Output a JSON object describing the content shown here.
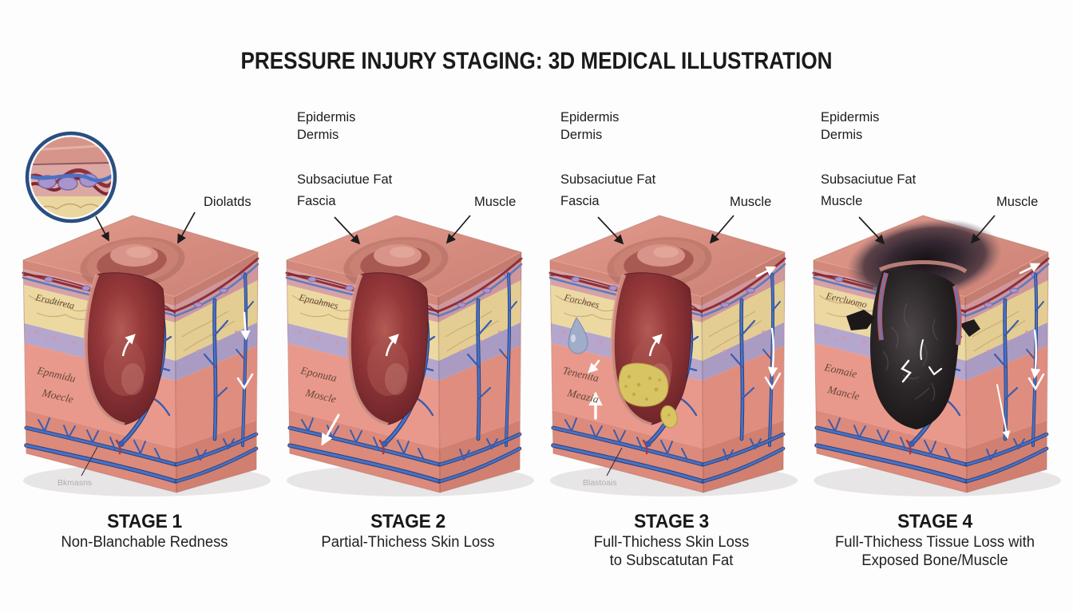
{
  "title": "PRESSURE INJURY STAGING: 3D MEDICAL ILLUSTRATION",
  "palette": {
    "background": "#fdfdfd",
    "skin_top": "#d99286",
    "skin_edge": "#d2887b",
    "dermis_band": "#d8a2a4",
    "vessel_red": "#8e2f3c",
    "vessel_blue": "#4a71c4",
    "fat_yellow": "#ecd9a2",
    "fascia_lavender": "#b4a6cd",
    "muscle_pink": "#e9998b",
    "deep_tissue": "#dc8a7c",
    "wound_red": "#8e3336",
    "slough_yellow": "#d9c464",
    "necrosis_black": "#1c191a",
    "inset_ring": "#2a4f80",
    "label_text": "#1c1c1c"
  },
  "panels": [
    {
      "stage_title": "STAGE 1",
      "caption": {
        "line1": "Non-Blanchable Redness",
        "line2": ""
      },
      "labels": {
        "dilated": "Diolatds"
      },
      "tissue_texts": {
        "fat": "Eradtireta",
        "muscle1": "Epnmidu",
        "muscle2": "Moecle",
        "bottom": "Bkmasns"
      }
    },
    {
      "stage_title": "STAGE 2",
      "caption": {
        "line1": "Partial-Thichess Skin Loss",
        "line2": ""
      },
      "labels": {
        "epidermis": "Epidermis",
        "dermis": "Dermis",
        "subcutaneous_fat": "Subsaciutue Fat",
        "fascia": "Fascia",
        "muscle": "Muscle"
      },
      "tissue_texts": {
        "fat": "Epnahmes",
        "muscle1": "Eponuta",
        "muscle2": "Moscle"
      }
    },
    {
      "stage_title": "STAGE 3",
      "caption": {
        "line1": "Full-Thichess Skin Loss",
        "line2": "to Subscatutan Fat"
      },
      "labels": {
        "epidermis": "Epidermis",
        "dermis": "Dermis",
        "subcutaneous_fat": "Subsaciutue Fat",
        "fascia": "Fascia",
        "muscle": "Muscle"
      },
      "tissue_texts": {
        "fat": "Forchaes",
        "muscle1": "Tenenita",
        "muscle2": "Meazia",
        "bottom": "Blastoais"
      }
    },
    {
      "stage_title": "STAGE 4",
      "caption": {
        "line1": "Full-Thichess Tissue Loss with",
        "line2": "Exposed Bone/Muscle"
      },
      "labels": {
        "epidermis": "Epidermis",
        "dermis": "Dermis",
        "subcutaneous_fat": "Subsaciutue Fat",
        "muscle_left": "Muscle",
        "muscle": "Muscle"
      },
      "tissue_texts": {
        "fat": "Eercluomo",
        "muscle1": "Eomaie",
        "muscle2": "Mancle"
      }
    }
  ]
}
